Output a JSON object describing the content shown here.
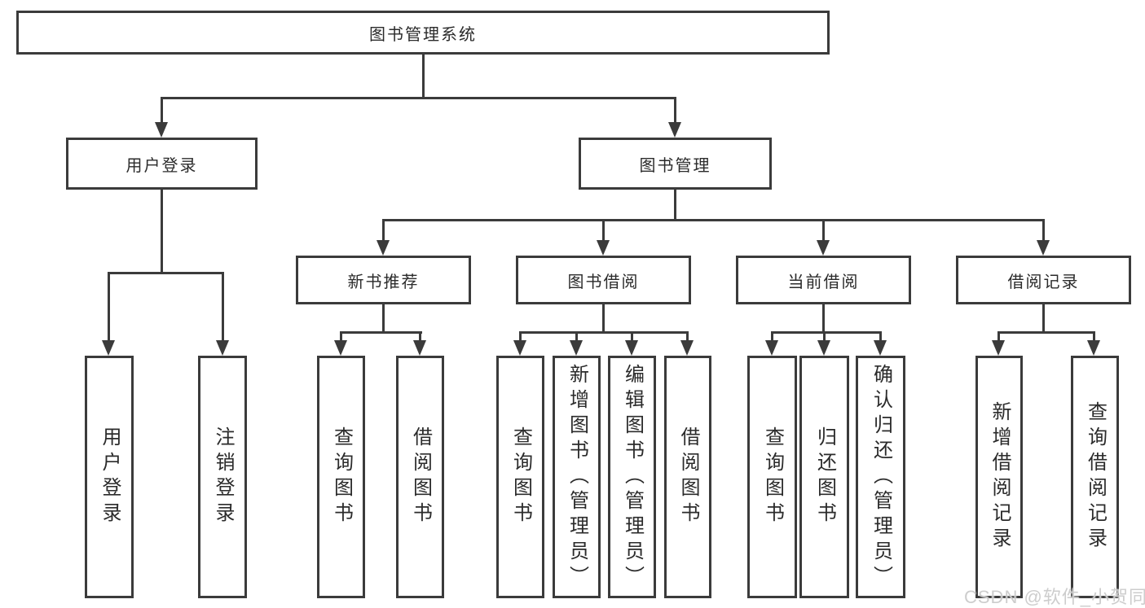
{
  "diagram": {
    "root": {
      "label": "图书管理系统"
    },
    "user_login": {
      "label": "用户登录",
      "children": [
        "用户登录",
        "注销登录"
      ]
    },
    "book_management": {
      "label": "图书管理",
      "new_book_recommend": {
        "label": "新书推荐",
        "children": [
          "查询图书",
          "借阅图书"
        ]
      },
      "book_borrowing": {
        "label": "图书借阅",
        "children": [
          "查询图书",
          "新增图书（管理员）",
          "编辑图书（管理员）",
          "借阅图书"
        ]
      },
      "current_borrowing": {
        "label": "当前借阅",
        "children": [
          "查询图书",
          "归还图书",
          "确认归还（管理员）"
        ]
      },
      "borrowing_records": {
        "label": "借阅记录",
        "children": [
          "新增借阅记录",
          "查询借阅记录"
        ]
      }
    }
  },
  "watermark": {
    "text": "CSDN @软件_小贺同学"
  },
  "colors": {
    "line": "#3b3b3b",
    "box_border": "#3b3b3b",
    "box_fill": "#ffffff",
    "text": "#2b2b2b",
    "watermark": "#c9c9c9",
    "background": "#ffffff"
  }
}
